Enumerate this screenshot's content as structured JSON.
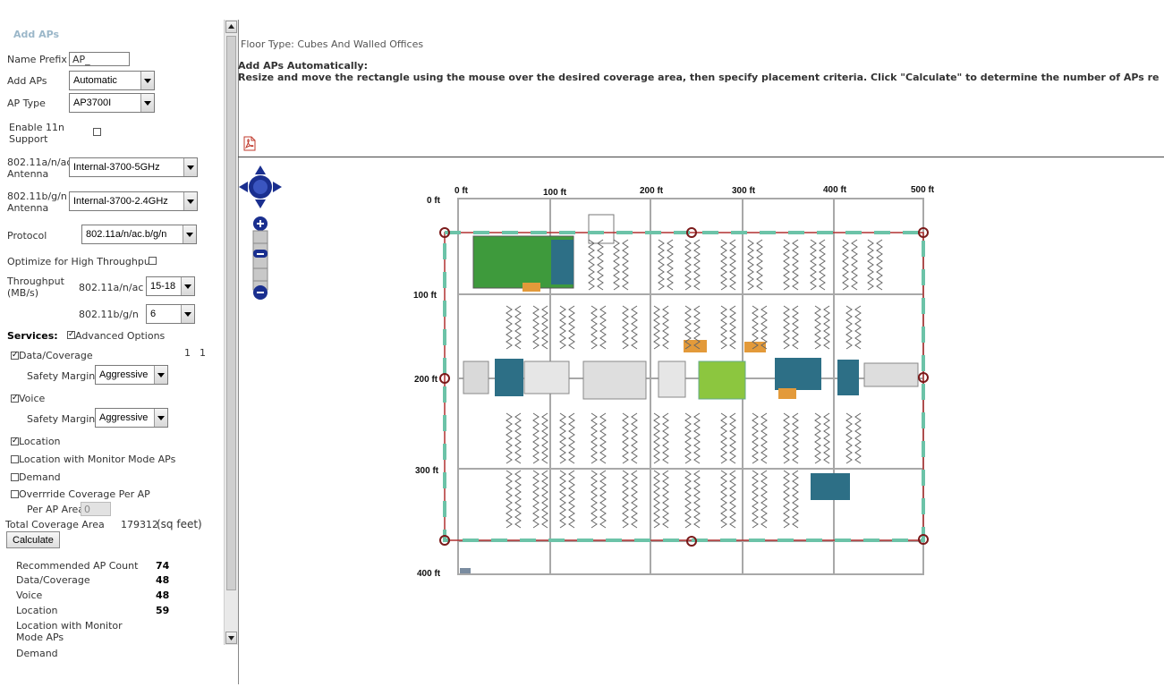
{
  "left_panel": {
    "title": "Add APs",
    "name_prefix": {
      "label": "Name Prefix",
      "value": "AP_"
    },
    "add_aps": {
      "label": "Add APs",
      "value": "Automatic"
    },
    "ap_type": {
      "label": "AP Type",
      "value": "AP3700I"
    },
    "enable_11n": {
      "label": "Enable 11n Support",
      "checked": false
    },
    "antenna_a": {
      "label": "802.11a/n/ac Antenna",
      "value": "Internal-3700-5GHz"
    },
    "antenna_b": {
      "label": "802.11b/g/n Antenna",
      "value": "Internal-3700-2.4GHz"
    },
    "protocol": {
      "label": "Protocol",
      "value": "802.11a/n/ac.b/g/n"
    },
    "optimize_high_throughput": {
      "label": "Optimize for High Throughput",
      "checked": false
    },
    "throughput": {
      "label": "Throughput (MB/s)",
      "a_label": "802.11a/n/ac",
      "a_value": "15-18",
      "b_label": "802.11b/g/n",
      "b_value": "6"
    },
    "services": {
      "label": "Services:",
      "advanced_label": "Advanced Options",
      "advanced_checked": true,
      "counter_1": "1",
      "counter_2": "1"
    },
    "data_coverage": {
      "label": "Data/Coverage",
      "checked": true,
      "margin_label": "Safety Margin",
      "margin_value": "Aggressive"
    },
    "voice": {
      "label": "Voice",
      "checked": true,
      "margin_label": "Safety Margin",
      "margin_value": "Aggressive"
    },
    "location": {
      "label": "Location",
      "checked": true
    },
    "location_monitor": {
      "label": "Location with Monitor Mode APs",
      "checked": false
    },
    "demand": {
      "label": "Demand",
      "checked": false
    },
    "override": {
      "label": "Overrride Coverage Per AP",
      "checked": false,
      "area_label": "Per AP Area",
      "area_value": "0"
    },
    "total_area": {
      "label": "Total Coverage Area",
      "value": "179312",
      "unit": "(sq feet)"
    },
    "calculate_label": "Calculate",
    "results": [
      {
        "label": "Recommended AP Count",
        "value": "74"
      },
      {
        "label": "Data/Coverage",
        "value": "48"
      },
      {
        "label": "Voice",
        "value": "48"
      },
      {
        "label": "Location",
        "value": "59"
      },
      {
        "label": "Location with Monitor Mode APs",
        "value": ""
      },
      {
        "label": "Demand",
        "value": ""
      }
    ]
  },
  "main": {
    "floor_type_label": "Floor Type:",
    "floor_type_value": "Cubes And Walled Offices",
    "add_title": "Add APs Automatically:",
    "description": "Resize and move the rectangle using the mouse over the desired coverage area, then specify placement criteria. Click \"Calculate\" to determine the number of APs recommended by you are satisfied with the result, press \"Apply\". APs will be created and automatically positioned on the map.",
    "pdf_icon": "pdf-icon"
  },
  "map": {
    "x_ticks": [
      "0 ft",
      "100 ft",
      "200 ft",
      "300 ft",
      "400 ft",
      "500 ft"
    ],
    "y_ticks": [
      "0 ft",
      "100 ft",
      "200 ft",
      "300 ft",
      "400 ft"
    ],
    "colors": {
      "grid": "#a8a8a8",
      "selection_border": "#b03030",
      "selection_dash": "#6cc3a8",
      "nav": "#1a2f8f",
      "green": "#3e9a3c",
      "teal": "#2d6f86",
      "orange": "#e39a3a",
      "lime": "#8cc63f"
    }
  }
}
